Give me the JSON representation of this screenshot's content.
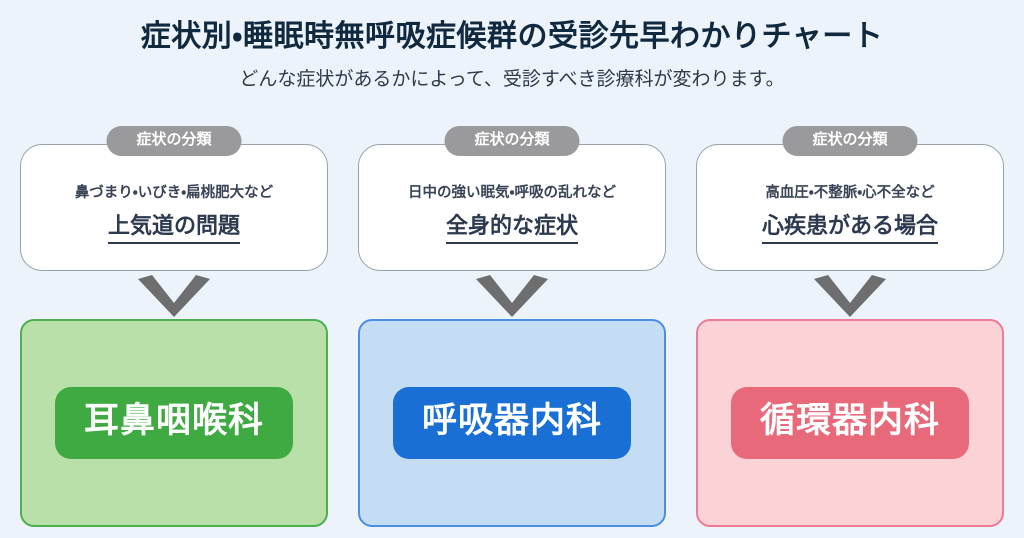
{
  "header": {
    "title": "症状別・睡眠時無呼吸症候群の受診先早わかりチャート",
    "subtitle": "どんな症状があるかによって、受診すべき診療科が変わります。"
  },
  "background_color": "#ecf3fb",
  "title_color": "#11293f",
  "badge_color": "#9a9a9c",
  "arrow_color": "#6e6e6e",
  "columns": [
    {
      "badge": "症状の分類",
      "symptoms": "鼻づまり・いびき・扁桃肥大など",
      "category": "上気道の問題",
      "arrow_icon": "chevron-down-icon",
      "result": {
        "label": "耳鼻咽喉科",
        "panel_bg": "#b8e0a8",
        "panel_border": "#4caf50",
        "pill_bg": "#3faa42"
      }
    },
    {
      "badge": "症状の分類",
      "symptoms": "日中の強い眠気・呼吸の乱れなど",
      "category": "全身的な症状",
      "arrow_icon": "chevron-down-icon",
      "result": {
        "label": "呼吸器内科",
        "panel_bg": "#c5dcf5",
        "panel_border": "#4a90e2",
        "pill_bg": "#1a6fd4"
      }
    },
    {
      "badge": "症状の分類",
      "symptoms": "高血圧・不整脈・心不全など",
      "category": "心疾患がある場合",
      "arrow_icon": "chevron-down-icon",
      "result": {
        "label": "循環器内科",
        "panel_bg": "#fbd3d6",
        "panel_border": "#ef7a96",
        "pill_bg": "#e8697a"
      }
    }
  ]
}
